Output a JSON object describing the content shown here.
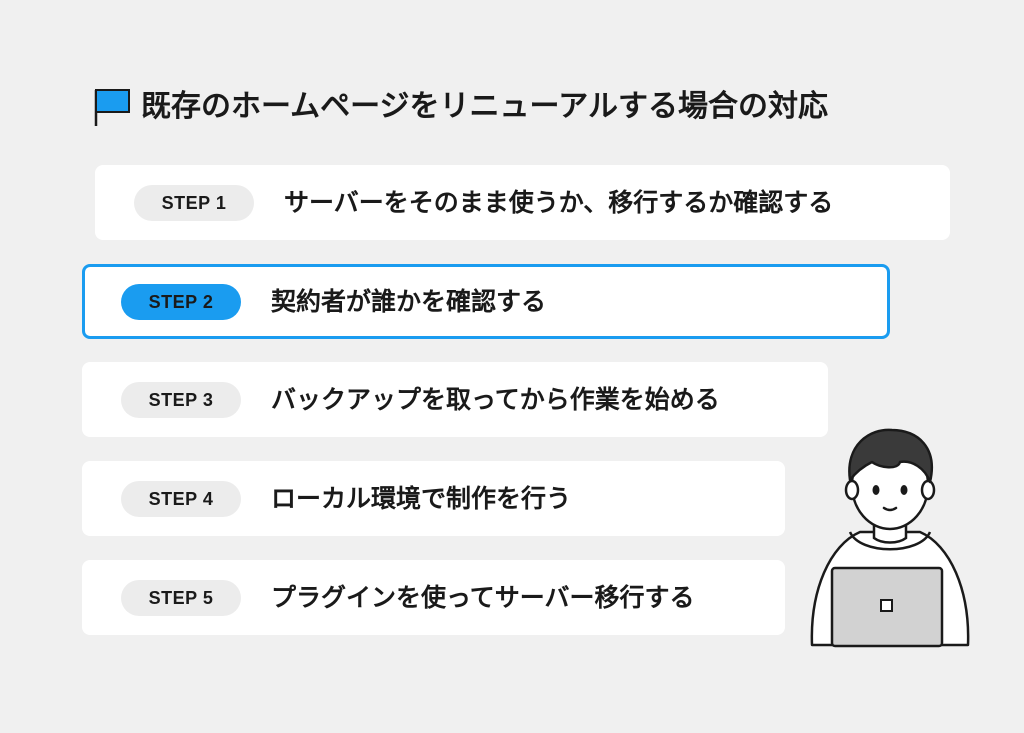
{
  "title": "既存のホームページをリニューアルする場合の対応",
  "colors": {
    "accent": "#1a9cf0",
    "background": "#f0f0f0",
    "card": "#ffffff",
    "pill": "#ececec"
  },
  "icons": {
    "title_marker": "flag-icon",
    "illustration": "person-with-laptop-icon"
  },
  "steps": [
    {
      "label": "STEP 1",
      "text": "サーバーをそのまま使うか、移行するか確認する",
      "active": false
    },
    {
      "label": "STEP 2",
      "text": "契約者が誰かを確認する",
      "active": true
    },
    {
      "label": "STEP 3",
      "text": "バックアップを取ってから作業を始める",
      "active": false
    },
    {
      "label": "STEP 4",
      "text": "ローカル環境で制作を行う",
      "active": false
    },
    {
      "label": "STEP 5",
      "text": "プラグインを使ってサーバー移行する",
      "active": false
    }
  ]
}
